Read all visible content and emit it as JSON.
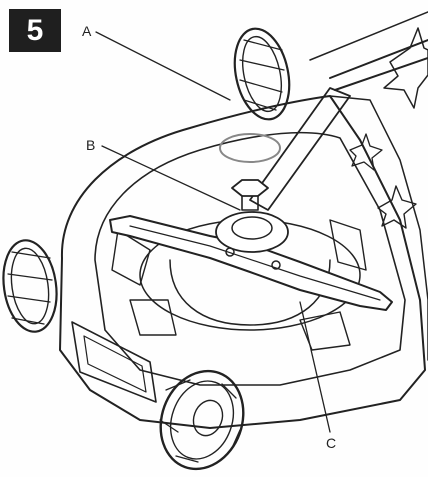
{
  "step_number": "5",
  "callouts": {
    "a": "A",
    "b": "B",
    "c": "C"
  },
  "colors": {
    "ink": "#222222",
    "badge": "#1f1f1f",
    "badge_text": "#ffffff",
    "paper": "#fefefe"
  }
}
